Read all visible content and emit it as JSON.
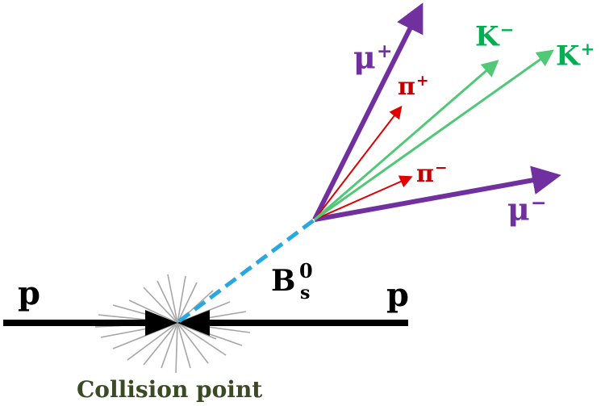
{
  "labels": {
    "mu_plus": "μ",
    "mu_plus_charge": "+",
    "mu_minus": "μ",
    "mu_minus_charge": "−",
    "pi_plus": "π",
    "pi_plus_charge": "+",
    "pi_minus": "π",
    "pi_minus_charge": "−",
    "k_minus": "K",
    "k_minus_charge": "−",
    "k_plus": "K",
    "k_plus_charge": "+",
    "bs_main": "B",
    "bs_sup": "0",
    "bs_sub": "s",
    "proton_left": "p",
    "proton_right": "p",
    "collision_point": "Collision point"
  },
  "colors": {
    "muon": "#7030a0",
    "pion": "#e00000",
    "kaon": "#50c878",
    "bs_meson": "#29a8e0",
    "proton": "#000000",
    "debris": "#a6a6a6",
    "caption": "#3a4a24"
  }
}
